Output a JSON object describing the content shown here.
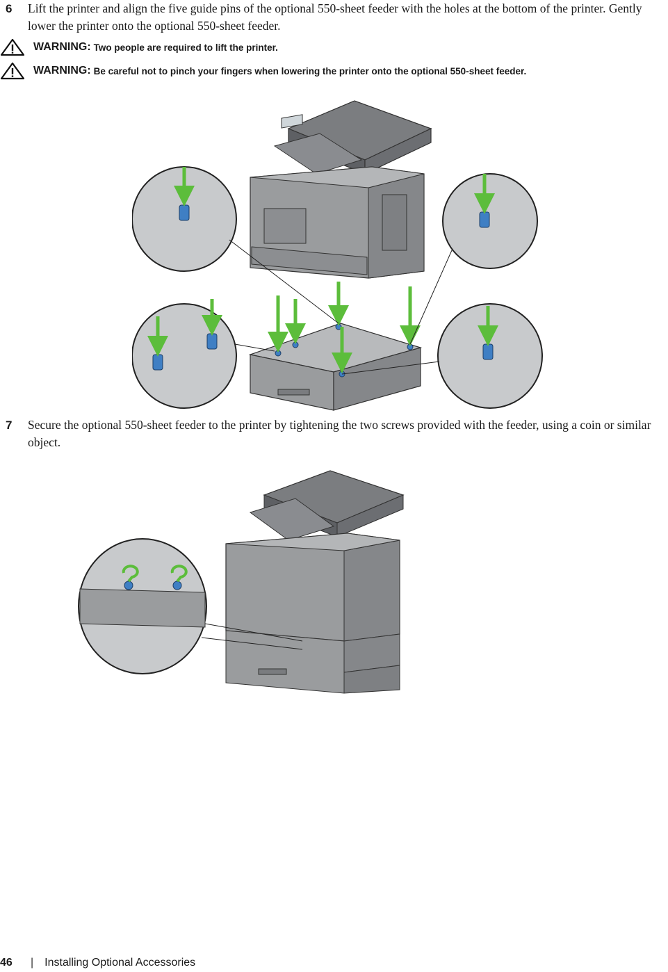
{
  "step6": {
    "number": "6",
    "text": "Lift the printer and align the five guide pins of the optional 550-sheet feeder with the holes at the bottom of the printer. Gently lower the printer onto the optional 550-sheet feeder."
  },
  "warnings": [
    {
      "label": "WARNING:",
      "text": "Two people are required to lift the printer."
    },
    {
      "label": "WARNING:",
      "text": "Be careful not to pinch your fingers when lowering the printer onto the optional 550-sheet feeder."
    }
  ],
  "step7": {
    "number": "7",
    "text": "Secure the optional 550-sheet feeder to the printer by tightening the two screws provided with the feeder, using a coin or similar object."
  },
  "footer": {
    "page_number": "46",
    "section": "Installing Optional Accessories"
  },
  "colors": {
    "printer_body": "#9a9c9e",
    "pin_blue": "#3f7fc4",
    "arrow_green": "#5cbd3b"
  }
}
